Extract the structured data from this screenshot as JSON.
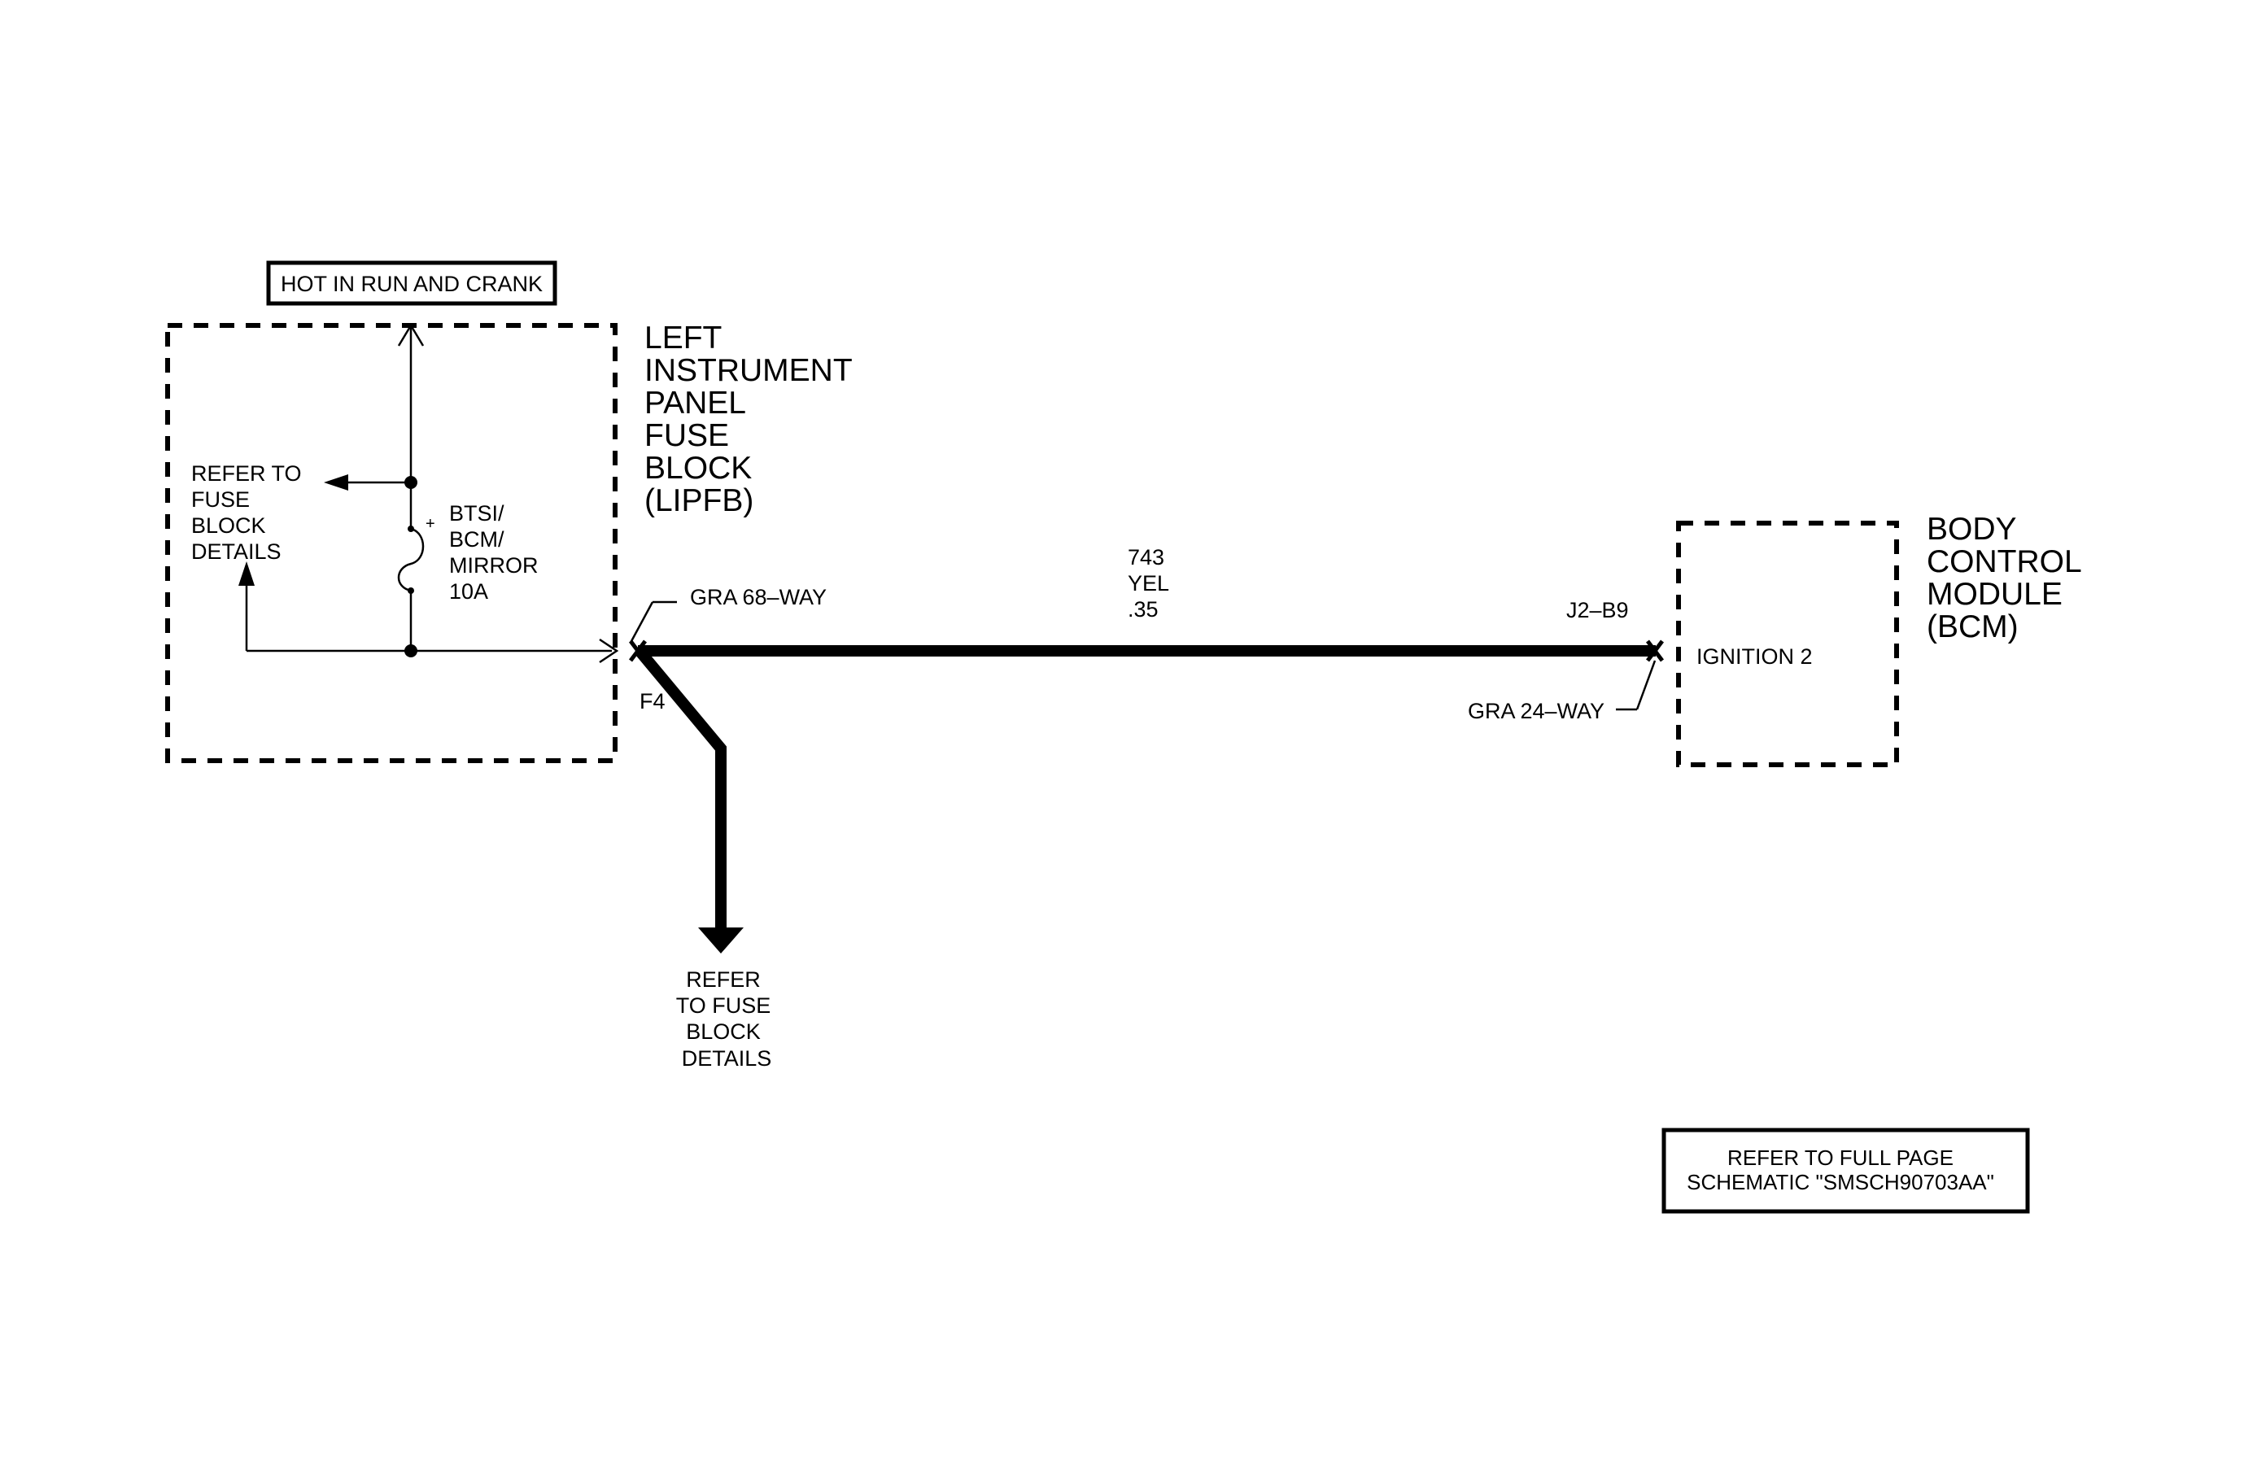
{
  "hot_label": "HOT IN RUN AND CRANK",
  "lipfb": {
    "title": [
      "LEFT",
      "INSTRUMENT",
      "PANEL",
      "FUSE",
      "BLOCK",
      "(LIPFB)"
    ],
    "refer_left": [
      "REFER TO",
      "FUSE",
      "BLOCK",
      "DETAILS"
    ],
    "fuse": [
      "BTSI/",
      "BCM/",
      "MIRROR",
      "10A"
    ],
    "fuse_plus": "+"
  },
  "connector_left": {
    "name": "GRA 68–WAY",
    "pin": "F4"
  },
  "wire": {
    "circuit": "743",
    "color": "YEL",
    "size": ".35"
  },
  "refer_bottom": [
    "REFER",
    "TO FUSE",
    "BLOCK",
    "DETAILS"
  ],
  "connector_right": {
    "pin": "J2–B9",
    "name": "GRA 24–WAY"
  },
  "bcm": {
    "title": [
      "BODY",
      "CONTROL",
      "MODULE",
      "(BCM)"
    ],
    "input": "IGNITION 2"
  },
  "schematic_ref": [
    "REFER TO FULL PAGE",
    "SCHEMATIC \"SMSCH90703AA\""
  ]
}
